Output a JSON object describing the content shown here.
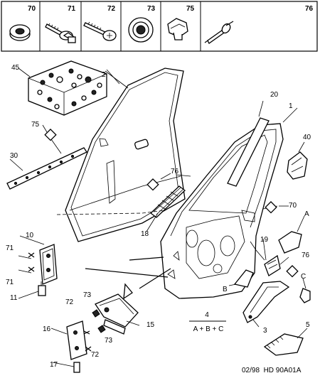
{
  "hardware_row": [
    {
      "ref": "70",
      "icon": "rivet-nut-icon"
    },
    {
      "ref": "71",
      "icon": "flange-bolt-icon"
    },
    {
      "ref": "72",
      "icon": "screw-icon"
    },
    {
      "ref": "73",
      "icon": "grommet-icon"
    },
    {
      "ref": "75",
      "icon": "clip-icon"
    },
    {
      "ref": "76",
      "icon": "push-rivet-icon"
    }
  ],
  "callouts": {
    "c1": "1",
    "c2": "2",
    "c3": "3",
    "c5": "5",
    "c10": "10",
    "c11": "11",
    "c15": "15",
    "c16": "16",
    "c17": "17",
    "c18": "18",
    "c19": "19",
    "c20": "20",
    "c30": "30",
    "c40": "40",
    "c45": "45",
    "c70": "70",
    "c71a": "71",
    "c71b": "71",
    "c72a": "72",
    "c72b": "72",
    "c73a": "73",
    "c73b": "73",
    "c75": "75",
    "c76a": "76",
    "c76b": "76",
    "cA": "A",
    "cB": "B",
    "cC": "C"
  },
  "formula": {
    "number": "4",
    "text": "A + B + C"
  },
  "footer": "02/98  HD 90A01A"
}
